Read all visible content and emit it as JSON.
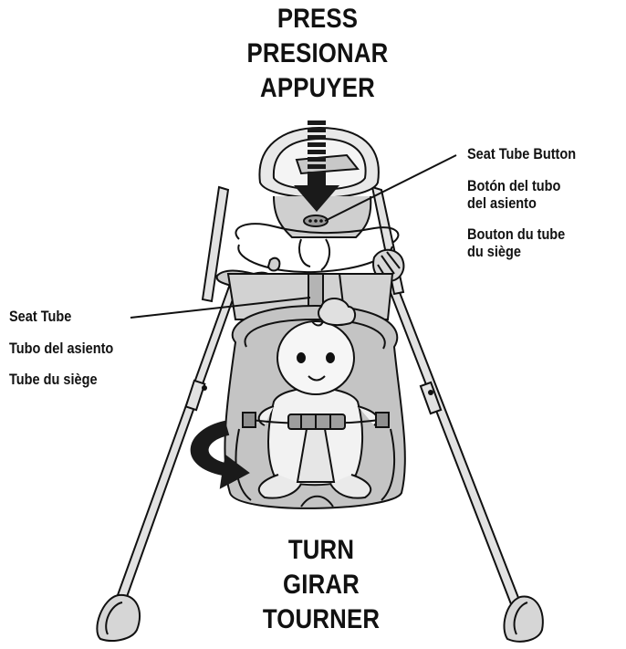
{
  "instruction_top": {
    "lines": [
      "PRESS",
      "PRESIONAR",
      "APPUYER"
    ]
  },
  "instruction_bottom": {
    "lines": [
      "TURN",
      "GIRAR",
      "TOURNER"
    ]
  },
  "callout_button": {
    "en": "Seat Tube Button",
    "es_line1": "Botón del tubo",
    "es_line2": "del asiento",
    "fr_line1": "Bouton du tube",
    "fr_line2": "du siège"
  },
  "callout_tube": {
    "en": "Seat Tube",
    "es": "Tubo del asiento",
    "fr": "Tube du siège"
  },
  "colors": {
    "line": "#111111",
    "fill_light": "#e2e2e2",
    "fill_mid": "#c6c6c6",
    "fill_dark": "#8f8f8f",
    "arrow": "#1a1a1a",
    "background": "#ffffff"
  }
}
